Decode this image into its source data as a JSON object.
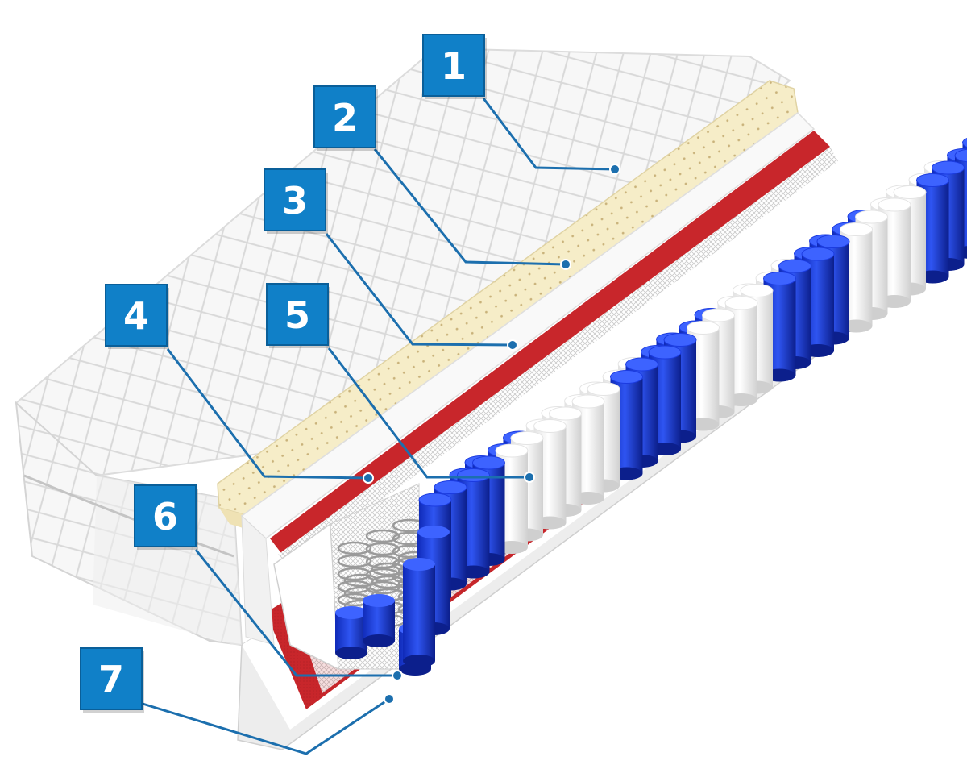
{
  "diagram": {
    "callouts": [
      {
        "id": 1,
        "label": "1"
      },
      {
        "id": 2,
        "label": "2"
      },
      {
        "id": 3,
        "label": "3"
      },
      {
        "id": 4,
        "label": "4"
      },
      {
        "id": 5,
        "label": "5"
      },
      {
        "id": 6,
        "label": "6"
      },
      {
        "id": 7,
        "label": "7"
      }
    ],
    "colors": {
      "badge": "#1080c8",
      "badge_dark": "#0a5f99",
      "leader": "#1c6fae",
      "cover": "#f4f4f4",
      "latex": "#f6edc8",
      "red_felt": "#c8262b",
      "spring_blue": "#1c3fd8",
      "spring_white": "#f8f8f8",
      "mesh": "#e6e6e6"
    }
  }
}
